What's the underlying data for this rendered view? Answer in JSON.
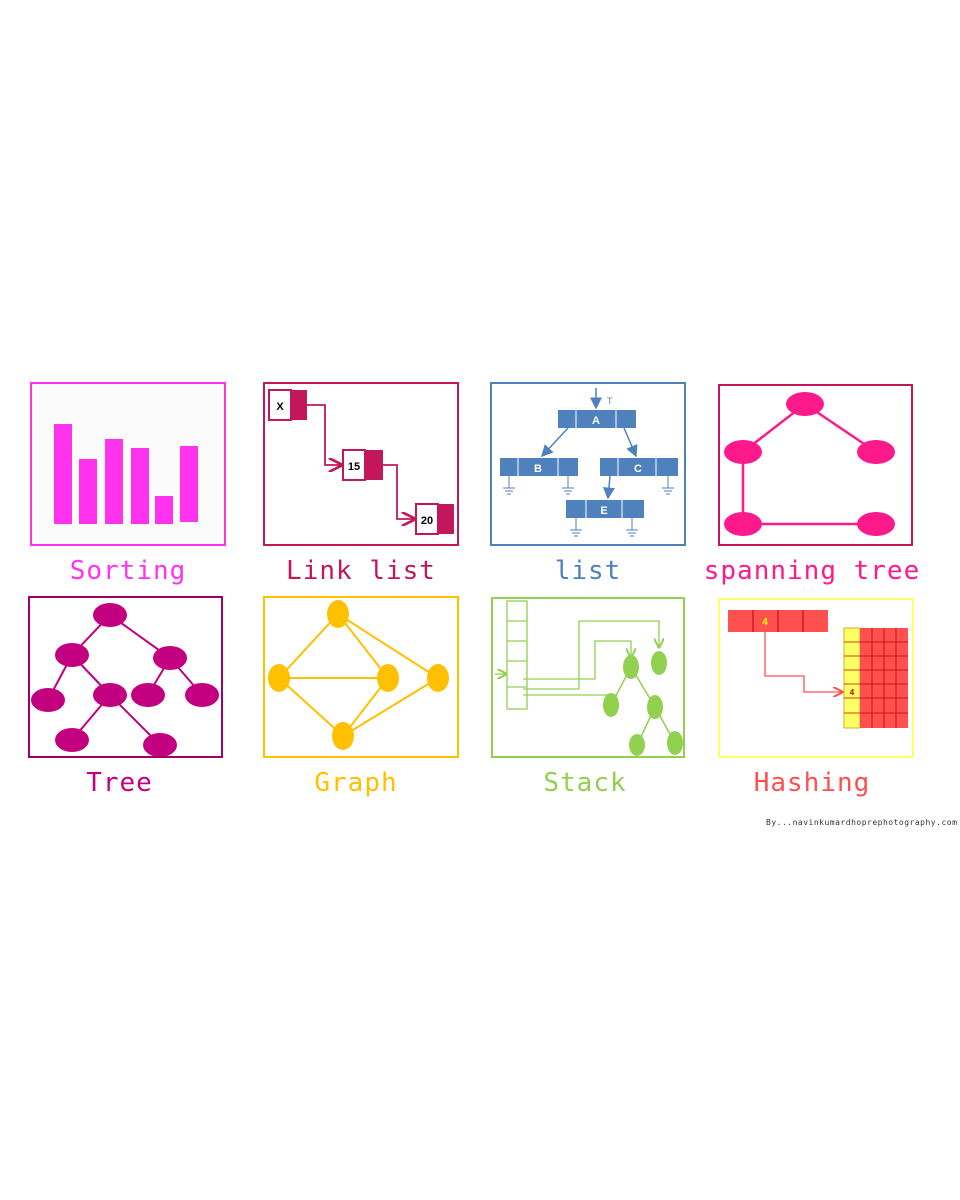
{
  "panels": {
    "sorting": {
      "caption": "Sorting",
      "color": "#ff33ee"
    },
    "linklist": {
      "caption": "Link list",
      "color": "#c2185b",
      "nodes": [
        "X",
        "15",
        "20"
      ]
    },
    "list": {
      "caption": "list",
      "color": "#4f81bd",
      "nodes": [
        "A",
        "B",
        "C",
        "E"
      ],
      "top_label": "T"
    },
    "spanning": {
      "caption": "spanning tree",
      "color": "#ff1a8c"
    },
    "tree": {
      "caption": "Tree",
      "color": "#c2007f"
    },
    "graph": {
      "caption": "Graph",
      "color": "#ffc000"
    },
    "stack": {
      "caption": "Stack",
      "color": "#92d050"
    },
    "hashing": {
      "caption": "Hashing",
      "color": "#ff5050",
      "row_value": "4",
      "table_value": "4"
    }
  },
  "credit": "By...navinkumardhoprephotography.com"
}
